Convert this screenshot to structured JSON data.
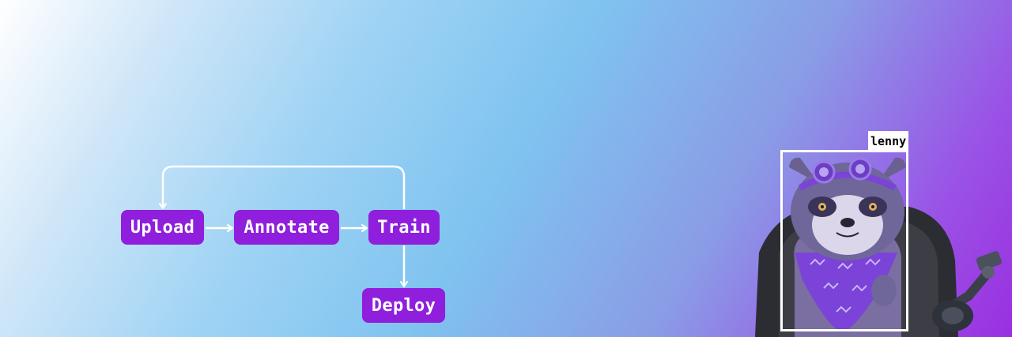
{
  "workflow": {
    "nodes": {
      "upload": "Upload",
      "annotate": "Annotate",
      "train": "Train",
      "deploy": "Deploy"
    }
  },
  "detection": {
    "label": "lenny"
  },
  "colors": {
    "node_fill": "#8f1fdc",
    "node_text": "#ffffff",
    "connector": "#ffffff"
  }
}
